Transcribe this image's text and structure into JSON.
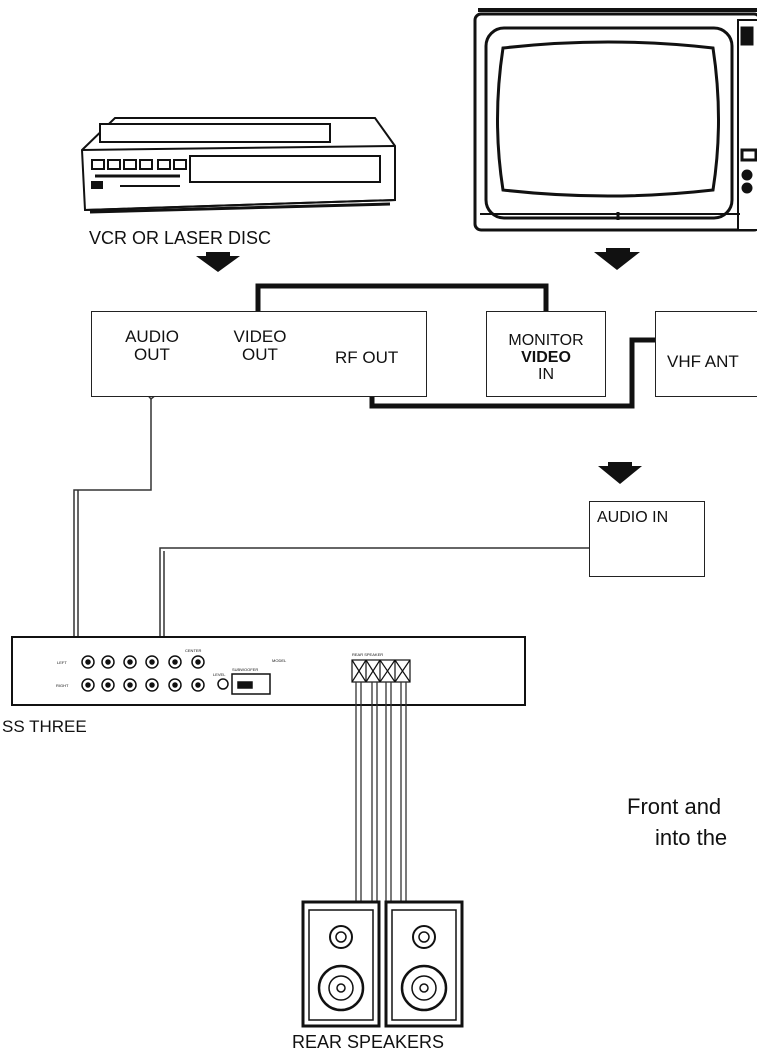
{
  "vcr": {
    "label": "VCR OR LASER DISC"
  },
  "source_box": {
    "audio_out_line1": "AUDIO",
    "audio_out_line2": "OUT",
    "video_out_line1": "VIDEO",
    "video_out_line2": "OUT",
    "rf_out": "RF OUT"
  },
  "monitor_box": {
    "line1": "MONITOR",
    "line2": "VIDEO",
    "line3": "IN"
  },
  "vhf_box": {
    "label": "VHF ANT"
  },
  "audio_in_box": {
    "label": "AUDIO IN"
  },
  "processor": {
    "label": "SS THREE",
    "row_left": "LEFT",
    "row_right": "RIGHT",
    "center": "CENTER",
    "subwoofer": "SUBWOOFER",
    "level": "LEVEL",
    "rear_speaker": "REAR SPEAKER"
  },
  "speakers": {
    "label": "REAR SPEAKERS"
  },
  "side_text": {
    "line1": "Front and",
    "line2": "into the"
  },
  "colors": {
    "line": "#111111",
    "background": "#ffffff"
  }
}
